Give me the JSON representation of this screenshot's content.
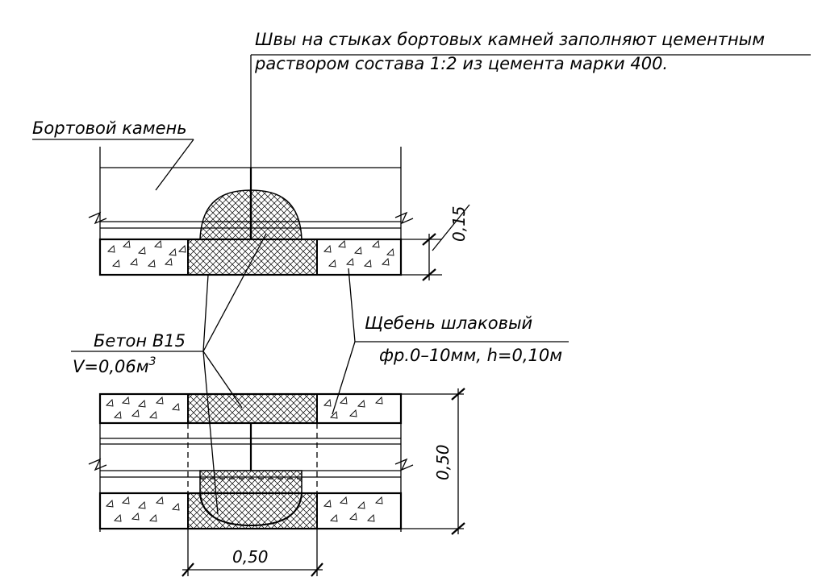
{
  "labels": {
    "note_line1": "Швы на стыках бортовых камней заполняют цементным",
    "note_line2": "раствором состава 1:2 из цемента марки 400.",
    "curb_stone": "Бортовой камень",
    "concrete_grade": "Бетон В15",
    "concrete_volume": "V=0,06м",
    "concrete_volume_sup": "3",
    "gravel_name": "Щебень шлаковый",
    "gravel_spec": "фр.0–10мм, h=0,10м"
  },
  "dimensions": {
    "thickness": "0,15",
    "width_vertical": "0,50",
    "width_horizontal": "0,50"
  }
}
